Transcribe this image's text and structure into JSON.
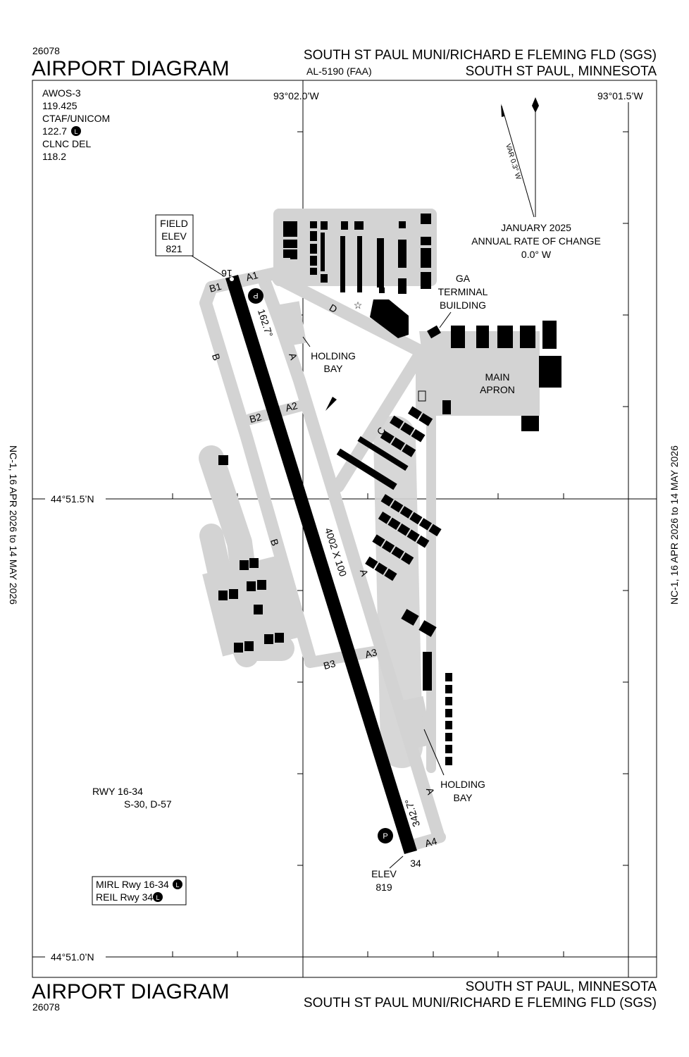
{
  "header": {
    "chart_number": "26078",
    "title": "AIRPORT DIAGRAM",
    "airport_name": "SOUTH ST PAUL MUNI/RICHARD E FLEMING FLD (SGS)",
    "procedure_id": "AL-5190 (FAA)",
    "city_state": "SOUTH ST PAUL, MINNESOTA"
  },
  "footer": {
    "chart_number": "26078",
    "title": "AIRPORT DIAGRAM",
    "city_state": "SOUTH ST PAUL, MINNESOTA",
    "airport_name": "SOUTH ST PAUL MUNI/RICHARD E FLEMING FLD (SGS)"
  },
  "side_margin": {
    "left": "NC-1, 16 APR 2026  to  14 MAY 2026",
    "right": "NC-1, 16 APR 2026  to  14 MAY 2026"
  },
  "frequencies": [
    "AWOS-3",
    "119.425",
    "CTAF/UNICOM",
    "122.7",
    "CLNC DEL",
    "118.2"
  ],
  "lighting_symbol": "L",
  "coordinates": {
    "lon_west": "93°02.0’W",
    "lon_east": "93°01.5’W",
    "lat_mid": "44°51.5’N",
    "lat_bottom": "44°51.0’N"
  },
  "magnetic": {
    "variation": "VAR 0.3° W",
    "date": "JANUARY 2025",
    "rate_label": "ANNUAL RATE OF CHANGE",
    "rate": "0.0° W"
  },
  "field_elev": {
    "label1": "FIELD",
    "label2": "ELEV",
    "value": "821"
  },
  "runway": {
    "end_north": "16",
    "end_south": "34",
    "heading_north": "162.7°",
    "heading_south": "342.7°",
    "dimensions": "4002 X 100",
    "elev_south_label": "ELEV",
    "elev_south": "819"
  },
  "taxiways": {
    "A": "A",
    "A1": "A1",
    "A2": "A2",
    "A3": "A3",
    "A4": "A4",
    "B": "B",
    "B1": "B1",
    "B2": "B2",
    "B3": "B3",
    "C": "C",
    "D": "D"
  },
  "labels": {
    "holding_bay_1": "HOLDING",
    "holding_bay_2": "BAY",
    "ga_terminal_1": "GA",
    "ga_terminal_2": "TERMINAL",
    "ga_terminal_3": "BUILDING",
    "main_apron_1": "MAIN",
    "main_apron_2": "APRON",
    "parking_symbol": "P"
  },
  "runway_info": {
    "rwy": "RWY 16-34",
    "strength": "S-30, D-57"
  },
  "lighting_notes": [
    "MIRL Rwy 16-34",
    "REIL Rwy 34"
  ]
}
